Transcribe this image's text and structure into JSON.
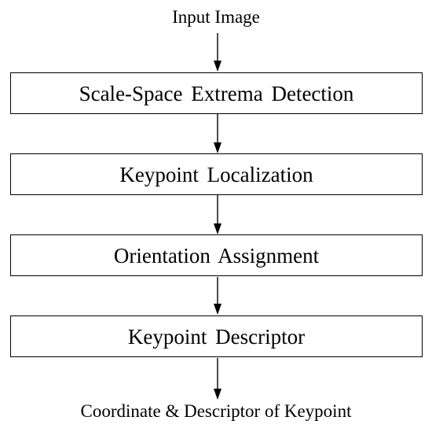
{
  "diagram": {
    "input_label": "Input Image",
    "steps": [
      {
        "label": "Scale-Space  Extrema  Detection"
      },
      {
        "label": "Keypoint  Localization"
      },
      {
        "label": "Orientation  Assignment"
      },
      {
        "label": "Keypoint  Descriptor"
      }
    ],
    "output_label": "Coordinate & Descriptor of Keypoint"
  }
}
